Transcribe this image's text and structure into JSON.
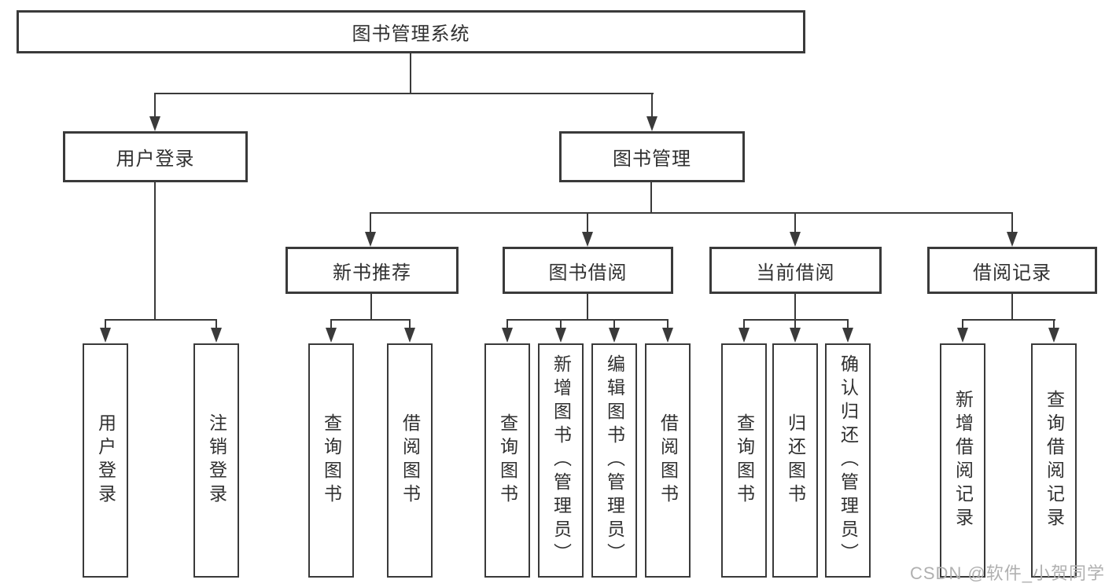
{
  "tree": {
    "root": {
      "label": "图书管理系统"
    },
    "level2": [
      {
        "label": "用户登录"
      },
      {
        "label": "图书管理"
      }
    ],
    "level3": [
      {
        "label": "新书推荐"
      },
      {
        "label": "图书借阅"
      },
      {
        "label": "当前借阅"
      },
      {
        "label": "借阅记录"
      }
    ],
    "leaves": {
      "login": [
        {
          "label": "用户登录"
        },
        {
          "label": "注销登录"
        }
      ],
      "recommend": [
        {
          "label": "查询图书"
        },
        {
          "label": "借阅图书"
        }
      ],
      "borrow": [
        {
          "label": "查询图书"
        },
        {
          "label": "新增图书（管理员）"
        },
        {
          "label": "编辑图书（管理员）"
        },
        {
          "label": "借阅图书"
        }
      ],
      "current": [
        {
          "label": "查询图书"
        },
        {
          "label": "归还图书"
        },
        {
          "label": "确认归还（管理员）"
        }
      ],
      "records": [
        {
          "label": "新增借阅记录"
        },
        {
          "label": "查询借阅记录"
        }
      ]
    }
  },
  "watermark": {
    "text": "CSDN @软件_小贺同学"
  },
  "colors": {
    "line": "#3a3a3a",
    "text": "#303030",
    "watermark": "#b0b0b0",
    "background": "#ffffff"
  }
}
